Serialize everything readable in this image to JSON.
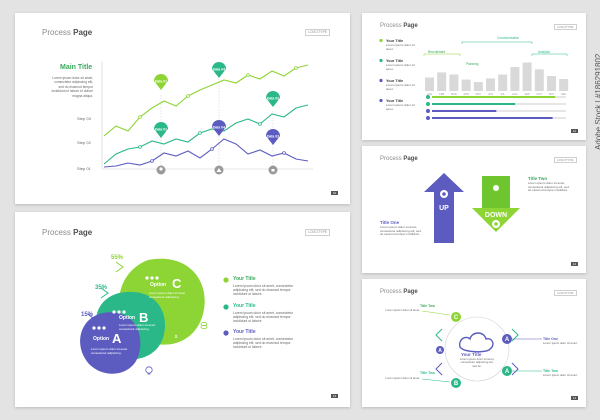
{
  "stock_id": "Adobe Stock | #186291802",
  "slides": {
    "line": {
      "title_a": "Process ",
      "title_b": "Page",
      "logo": "LOGOTYPE",
      "page_num": "10",
      "main_title": "Main Title",
      "body": "Lorem ipsum dolor sit amet, consectetur adipiscing elit, sed do eiusmod tempor incididunt ut labore et dolore magna aliqua.",
      "step3": "Step 03",
      "step2": "Step 02",
      "step1": "Step 01",
      "pins": [
        "Data 01",
        "Data 04",
        "Data 03",
        "Data 01",
        "Data 04",
        "Data 03"
      ],
      "colors": {
        "light": "#8dd435",
        "teal": "#2bb889",
        "purple": "#5c5cc0"
      }
    },
    "bar": {
      "title_a": "Process ",
      "title_b": "Page",
      "logo": "LOGOTYPE",
      "page_num": "11",
      "your_title": "Your Title",
      "item_text": "Lorem ipsum dolor sit amet.",
      "recruitment": "Recruitment",
      "communication": "Communication",
      "planning": "Planning",
      "analysis": "Analysis",
      "months": [
        "JAN",
        "FEB",
        "MAR",
        "APR",
        "MAY",
        "JUN",
        "JUL",
        "AUG",
        "SEP",
        "OCT",
        "NOV",
        "DEC"
      ],
      "bar_values": [
        0.45,
        0.62,
        0.55,
        0.38,
        0.3,
        0.42,
        0.55,
        0.8,
        0.95,
        0.72,
        0.5,
        0.4
      ],
      "progress": [
        0.92,
        0.62,
        0.48,
        0.9
      ]
    },
    "updown": {
      "title_a": "Process ",
      "title_b": "Page",
      "logo": "LOGOTYPE",
      "page_num": "12",
      "up": "UP",
      "down": "DOWN",
      "title_one": "Title One",
      "title_two": "Title Two",
      "body": "Lorem ipsum dolor sit amet, consectetur adipiscing elit, sed do eiusmod tempor incididunt."
    },
    "circles": {
      "title_a": "Process ",
      "title_b": "Page",
      "logo": "LOGOTYPE",
      "page_num": "13",
      "pct_a": "15%",
      "pct_b": "35%",
      "pct_c": "55%",
      "option_a": "Option",
      "option_b": "Option",
      "option_c": "Option",
      "letter_a": "A",
      "letter_b": "B",
      "letter_c": "C",
      "desc": "Lorem ipsum dolor sit amet consectetur adipiscing.",
      "your_title": "Your Title",
      "right_text": "Lorem ipsum dolor sit amet, consectetur adipiscing elit, sed do eiusmod tempor incididunt ut labore."
    },
    "cycle": {
      "title_a": "Process ",
      "title_b": "Page",
      "logo": "LOGOTYPE",
      "page_num": "14",
      "your_title": "Your Title",
      "title_two": "Title Two",
      "title_one": "Title One",
      "center_text": "Lorem ipsum dolor sit amet, consectetur adipiscing elit, sed do.",
      "small": "Lorem ipsum dolor sit amet."
    }
  }
}
